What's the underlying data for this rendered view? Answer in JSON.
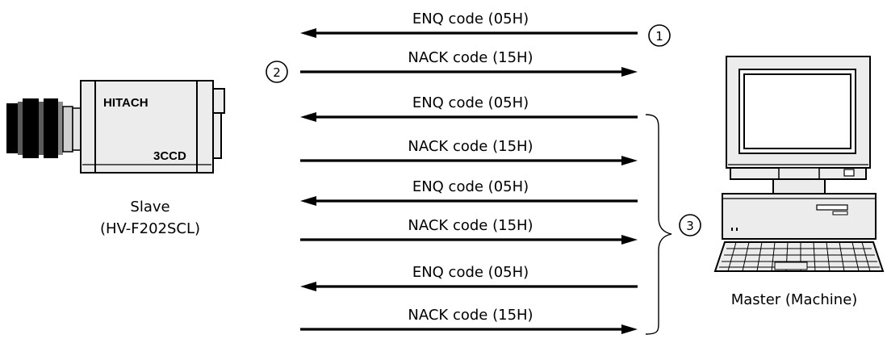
{
  "slave": {
    "brand": "HITACH",
    "model_badge": "3CCD",
    "label_line1": "Slave",
    "label_line2": "(HV-F202SCL)"
  },
  "master": {
    "label": "Master (Machine)"
  },
  "markers": {
    "m1": "1",
    "m2": "2",
    "m3": "3"
  },
  "messages": [
    {
      "label": "ENQ code (05H)",
      "direction": "to-slave"
    },
    {
      "label": "NACK code (15H)",
      "direction": "to-master"
    },
    {
      "label": "ENQ code (05H)",
      "direction": "to-slave"
    },
    {
      "label": "NACK code (15H)",
      "direction": "to-master"
    },
    {
      "label": "ENQ code (05H)",
      "direction": "to-slave"
    },
    {
      "label": "NACK code (15H)",
      "direction": "to-master"
    },
    {
      "label": "ENQ code (05H)",
      "direction": "to-slave"
    },
    {
      "label": "NACK code (15H)",
      "direction": "to-master"
    }
  ]
}
